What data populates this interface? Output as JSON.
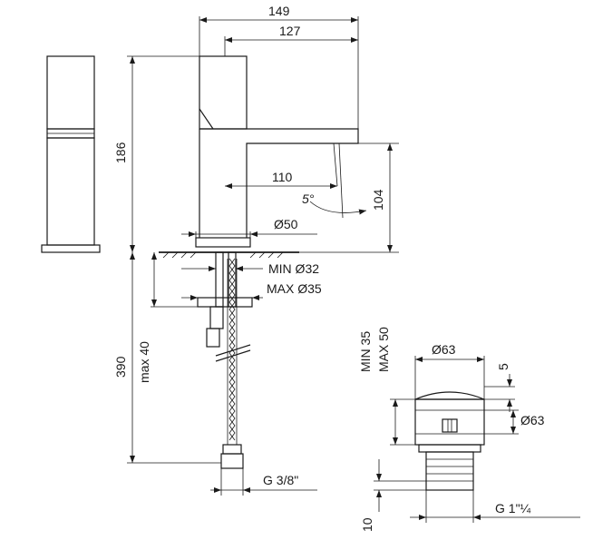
{
  "dimensions": {
    "width_total": "149",
    "width_spout": "127",
    "height_total": "186",
    "spout_reach": "110",
    "angle": "5°",
    "spout_height": "104",
    "base_diameter": "Ø50",
    "hole_min": "MIN Ø32",
    "hole_max": "MAX Ø35",
    "hose_length": "390",
    "thickness_max": "max 40",
    "hose_thread": "G 3/8\"",
    "waste_range_min": "MIN 35",
    "waste_range_max": "MAX 50",
    "waste_cap_diameter": "Ø63",
    "waste_cap_height": "5",
    "waste_body_diameter": "Ø63",
    "waste_thread": "G 1\"¼",
    "waste_bottom": "10"
  }
}
